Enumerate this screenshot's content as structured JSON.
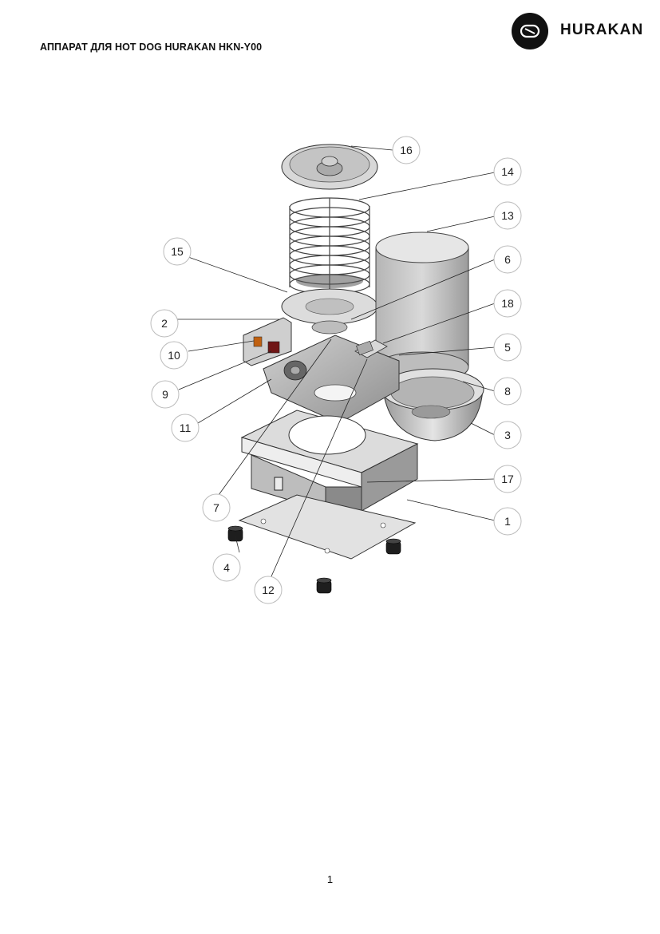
{
  "header": {
    "title": "АППАРАТ ДЛЯ HOT DOG HURAKAN HKN-Y00",
    "brand_name": "HURAKAN",
    "brand_icon": "hurakan-logo-icon"
  },
  "callouts": [
    "16",
    "14",
    "13",
    "15",
    "6",
    "18",
    "2",
    "5",
    "10",
    "8",
    "9",
    "3",
    "11",
    "17",
    "1",
    "7",
    "4",
    "12"
  ],
  "footer": {
    "page_number": "1"
  },
  "colors": {
    "text": "#111111",
    "callout_circle": "#bbbbbb",
    "steel": "#cfcfcf"
  }
}
